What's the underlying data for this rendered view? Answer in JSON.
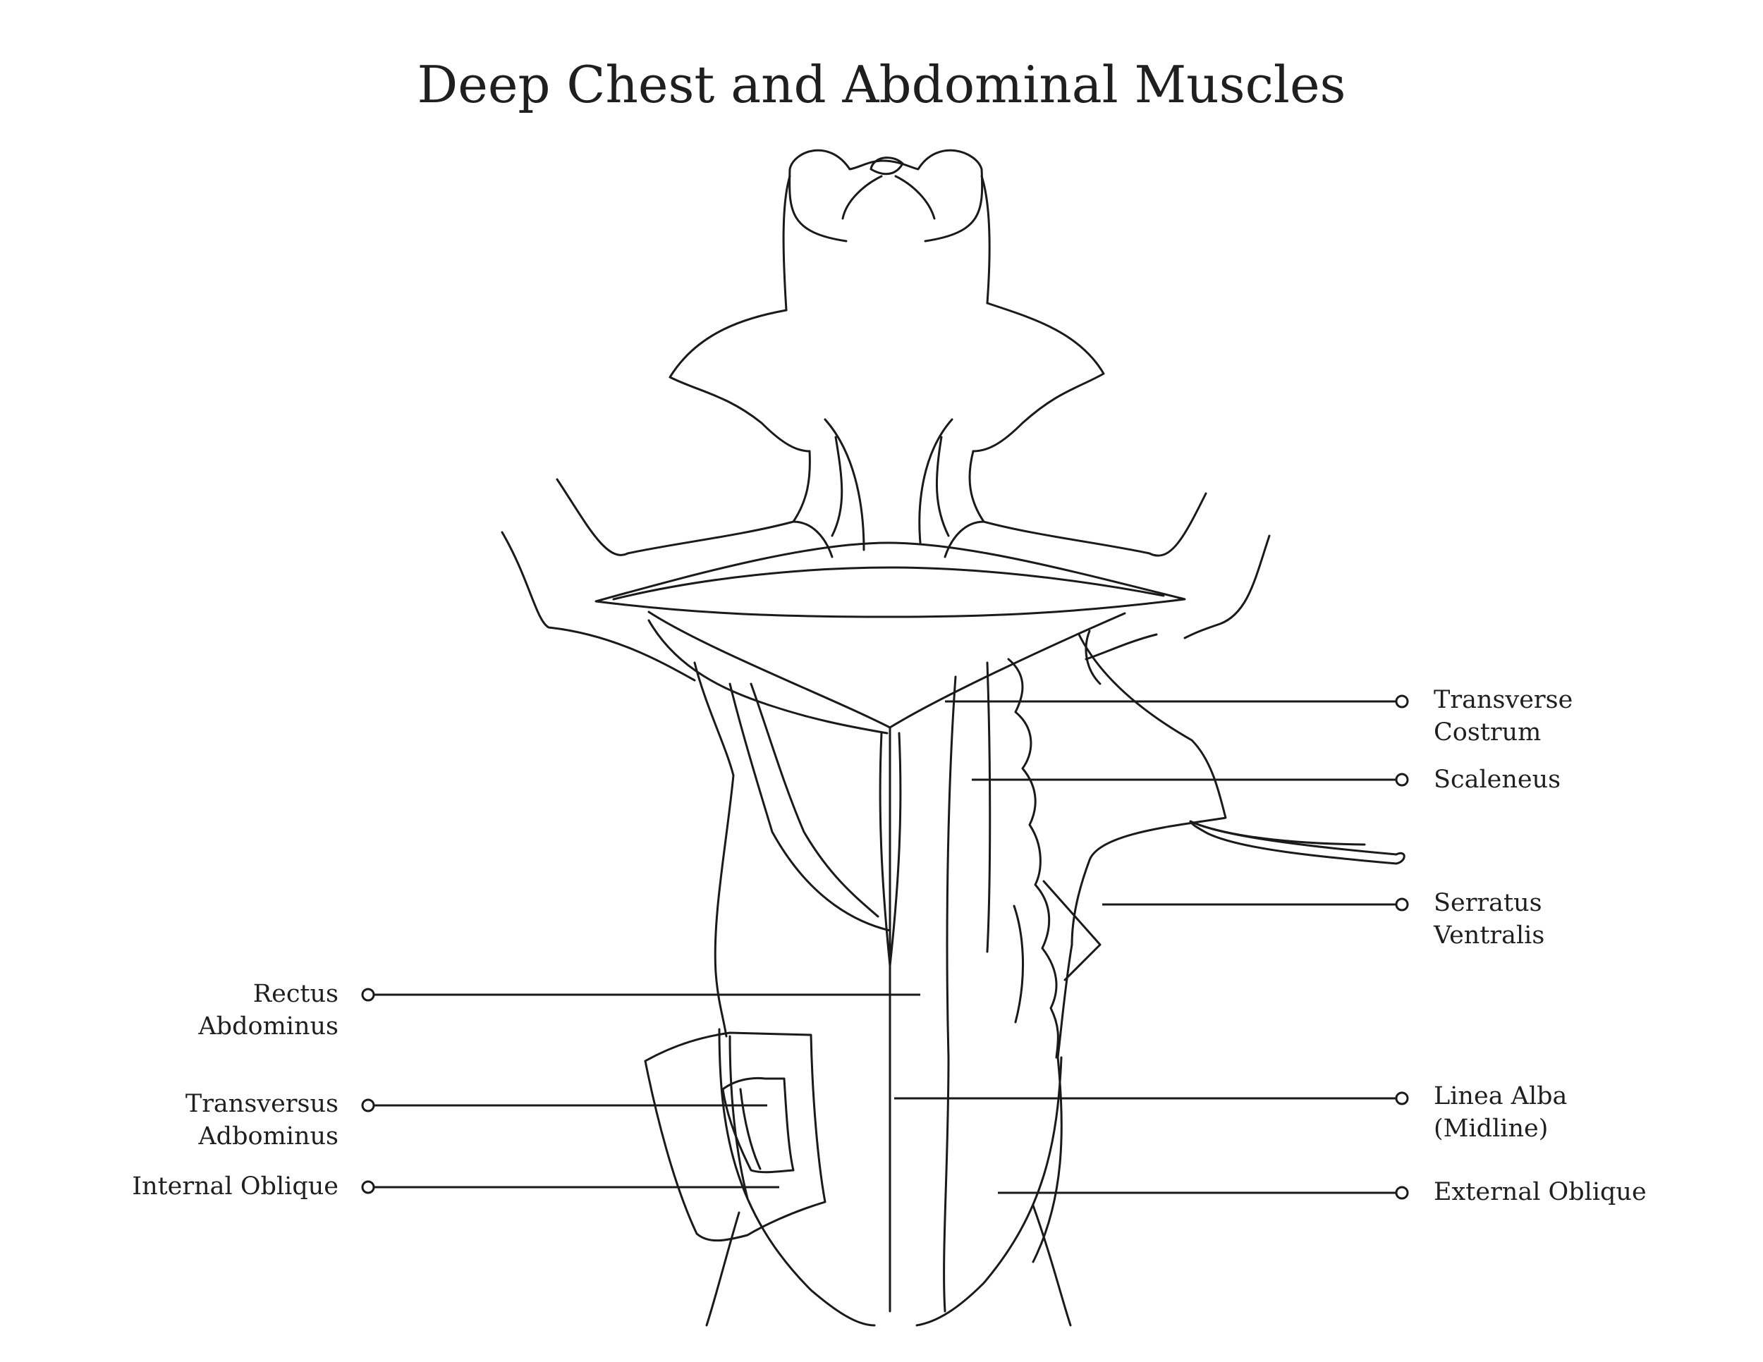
{
  "title": "Deep Chest and Abdominal Muscles",
  "labels": {
    "transverse_costrum": [
      "Transverse",
      "Costrum"
    ],
    "scaleneus": [
      "Scaleneus"
    ],
    "serratus_ventralis": [
      "Serratus",
      "Ventralis"
    ],
    "linea_alba": [
      "Linea Alba",
      "(Midline)"
    ],
    "external_oblique": [
      "External Oblique"
    ],
    "rectus_abdominus": [
      "Rectus",
      "Abdominus"
    ],
    "transversus_adbominus": [
      "Transversus",
      "Adbominus"
    ],
    "internal_oblique": [
      "Internal Oblique"
    ]
  },
  "colors": {
    "line": "#1a1a1a",
    "text": "#1f1f1f",
    "background": "#ffffff"
  }
}
